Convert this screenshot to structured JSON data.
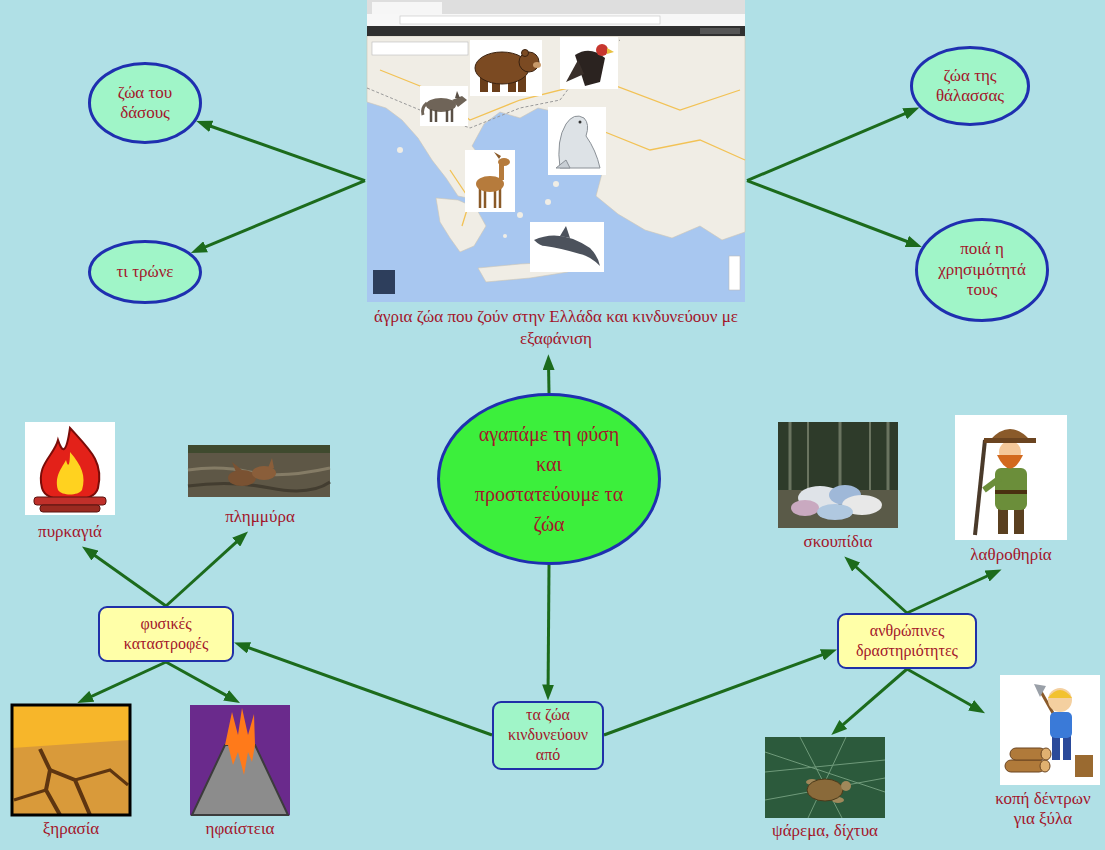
{
  "diagram": {
    "nodes": [
      {
        "text": [
          "αγαπάμε τη φύση και προστατεύουμε τα ζώα"
        ]
      },
      {
        "text": [
          "άγρια ζώα που ζούν στην Ελλάδα και κινδυνεύουν με εξαφάνιση"
        ]
      },
      {
        "text": [
          "ζώα του δάσους"
        ]
      },
      {
        "text": [
          "τι τρώνε"
        ]
      },
      {
        "text": [
          "ζώα της θάλασσας"
        ]
      },
      {
        "text": [
          "ποιά η χρησιμότητά τους"
        ]
      },
      {
        "text": [
          "τα ζώα κινδυνεύουν από"
        ]
      },
      {
        "text": [
          "φυσικές καταστροφές"
        ]
      },
      {
        "text": [
          "πυρκαγιά"
        ]
      },
      {
        "text": [
          "πλημμύρα"
        ]
      },
      {
        "text": [
          "ξηρασία"
        ]
      },
      {
        "text": [
          "ηφαίστεια"
        ]
      },
      {
        "text": [
          "ανθρώπινες δραστηριότητες"
        ]
      },
      {
        "text": [
          "σκουπίδια"
        ]
      },
      {
        "text": [
          "λαθροθηρία"
        ]
      },
      {
        "text": [
          "ψάρεμα, δίχτυα"
        ]
      },
      {
        "text": [
          "κοπή δέντρων για ξύλα"
        ]
      }
    ],
    "edges": [
      {
        "from": 0,
        "to": 1,
        "arrow": "to"
      },
      {
        "from": 1,
        "to": 2,
        "arrow": "to"
      },
      {
        "from": 1,
        "to": 3,
        "arrow": "to"
      },
      {
        "from": 1,
        "to": 4,
        "arrow": "to"
      },
      {
        "from": 1,
        "to": 5,
        "arrow": "to"
      },
      {
        "from": 0,
        "to": 6,
        "arrow": "to"
      },
      {
        "from": 6,
        "to": 7,
        "arrow": "to"
      },
      {
        "from": 6,
        "to": 12,
        "arrow": "to"
      },
      {
        "from": 7,
        "to": 8,
        "arrow": "to"
      },
      {
        "from": 7,
        "to": 9,
        "arrow": "to"
      },
      {
        "from": 7,
        "to": 10,
        "arrow": "to"
      },
      {
        "from": 7,
        "to": 11,
        "arrow": "to"
      },
      {
        "from": 12,
        "to": 13,
        "arrow": "to"
      },
      {
        "from": 12,
        "to": 14,
        "arrow": "to"
      },
      {
        "from": 12,
        "to": 15,
        "arrow": "to"
      },
      {
        "from": 12,
        "to": 16,
        "arrow": "to"
      }
    ]
  }
}
